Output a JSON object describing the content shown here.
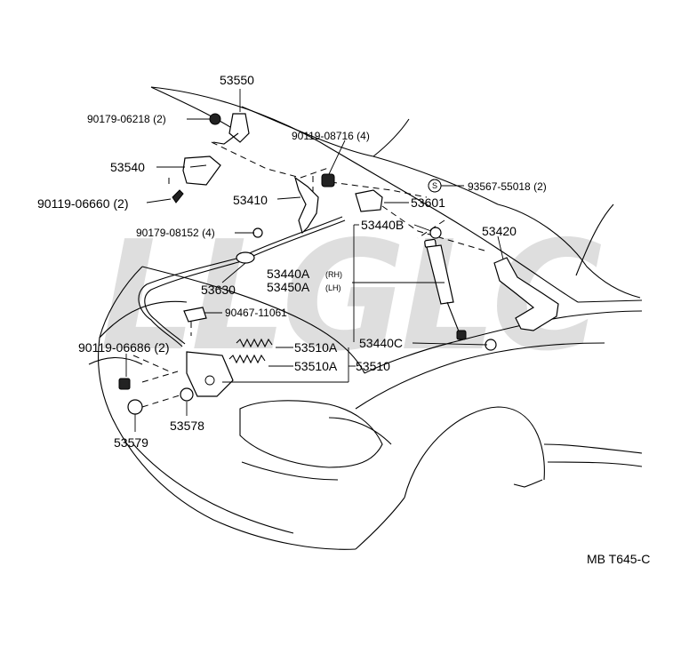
{
  "figure_code": "MB T645-C",
  "watermark_text": "LLGLC",
  "callouts": {
    "p53550": "53550",
    "p90179_06218": "90179-06218 (2)",
    "p90119_08716": "90119-08716 (4)",
    "p53540": "53540",
    "p93567_55018": "93567-55018 (2)",
    "s_mark": "S",
    "p90119_06660": "90119-06660 (2)",
    "p53410": "53410",
    "p53601": "53601",
    "p90179_08152": "90179-08152 (4)",
    "p53440B": "53440B",
    "p53420": "53420",
    "p53440A": "53440A",
    "rh": "(RH)",
    "p53450A": "53450A",
    "lh": "(LH)",
    "p53630": "53630",
    "p90467_11061": "90467-11061",
    "p90119_06686": "90119-06686 (2)",
    "p53510A_1": "53510A",
    "p53440C": "53440C",
    "p53510A_2": "53510A",
    "p53510": "53510",
    "p53578": "53578",
    "p53579": "53579"
  }
}
